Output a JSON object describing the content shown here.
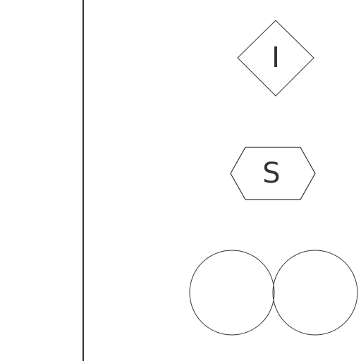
{
  "diagram": {
    "stroke_color": "#333333",
    "background": "#ffffff",
    "diamond": {
      "label": "I"
    },
    "hexagon": {
      "label": "S"
    },
    "circles": {
      "count": 2
    }
  }
}
